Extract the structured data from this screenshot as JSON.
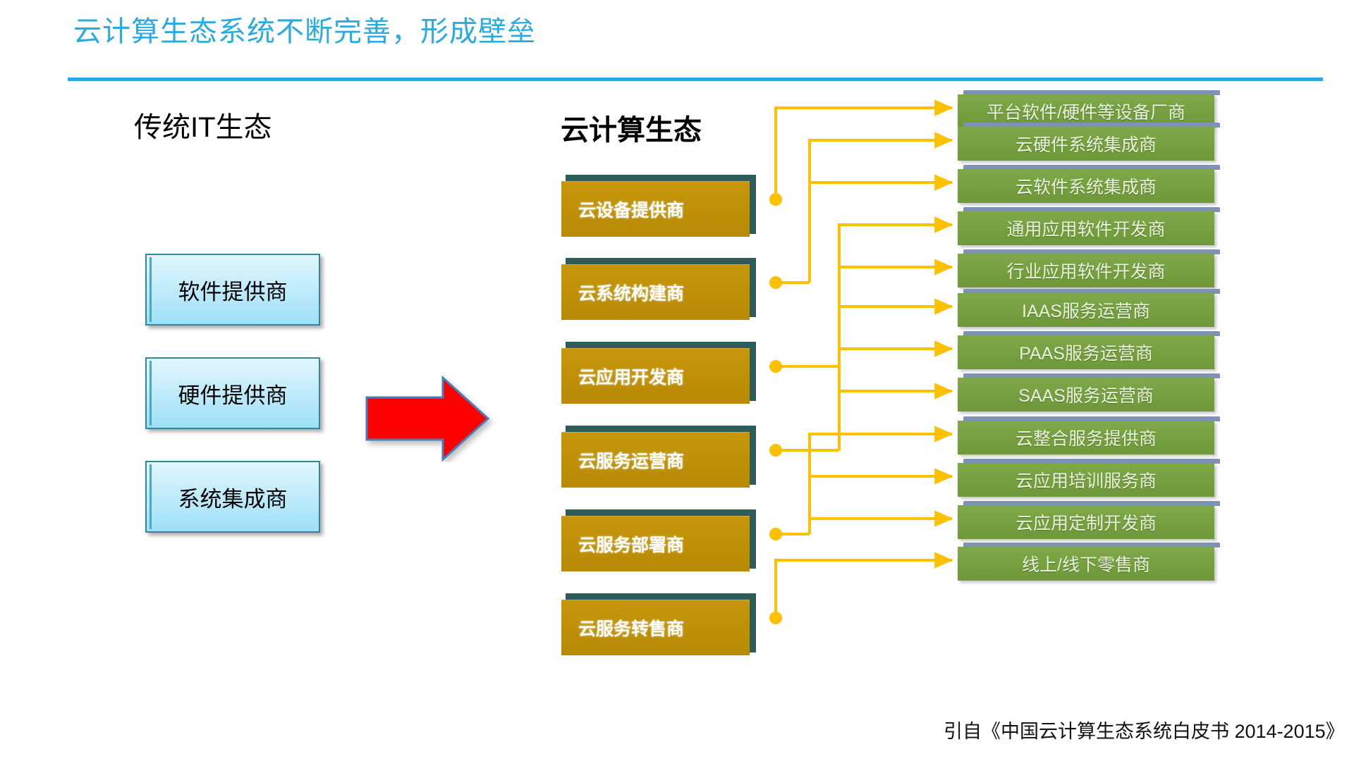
{
  "slide": {
    "title": "云计算生态系统不断完善，形成壁垒",
    "accent_color": "#29ABE2",
    "source_note": "引自《中国云计算生态系统白皮书 2014-2015》"
  },
  "legacy_column": {
    "heading": "传统IT生态",
    "box_color": "#9DE0F7",
    "border_color": "#31859C",
    "items": [
      {
        "label": "软件提供商"
      },
      {
        "label": "硬件提供商"
      },
      {
        "label": "系统集成商"
      }
    ]
  },
  "transition": {
    "arrow_icon": "right-arrow-icon",
    "arrow_color": "#FF0000",
    "arrow_outline_color": "#4A7EBB"
  },
  "cloud_column": {
    "heading": "云计算生态",
    "box_color": "#BE8F07",
    "bevel_color": "#2E5C5B",
    "items": [
      {
        "label": "云设备提供商"
      },
      {
        "label": "云系统构建商"
      },
      {
        "label": "云应用开发商"
      },
      {
        "label": "云服务运营商"
      },
      {
        "label": "云服务部署商"
      },
      {
        "label": "云服务转售商"
      }
    ]
  },
  "role_column": {
    "box_color": "#76A03F",
    "bevel_color": "#7E92B8",
    "connector_color": "#FFC000",
    "items": [
      {
        "label": "平台软件/硬件等设备厂商"
      },
      {
        "label": "云硬件系统集成商"
      },
      {
        "label": "云软件系统集成商"
      },
      {
        "label": "通用应用软件开发商"
      },
      {
        "label": "行业应用软件开发商"
      },
      {
        "label": "IAAS服务运营商"
      },
      {
        "label": "PAAS服务运营商"
      },
      {
        "label": "SAAS服务运营商"
      },
      {
        "label": "云整合服务提供商"
      },
      {
        "label": "云应用培训服务商"
      },
      {
        "label": "云应用定制开发商"
      },
      {
        "label": "线上/线下零售商"
      }
    ]
  },
  "mapping": [
    {
      "source": "云设备提供商",
      "targets": [
        "平台软件/硬件等设备厂商"
      ]
    },
    {
      "source": "云系统构建商",
      "targets": [
        "云硬件系统集成商",
        "云软件系统集成商"
      ]
    },
    {
      "source": "云应用开发商",
      "targets": [
        "通用应用软件开发商",
        "行业应用软件开发商"
      ]
    },
    {
      "source": "云服务运营商",
      "targets": [
        "IAAS服务运营商",
        "PAAS服务运营商",
        "SAAS服务运营商"
      ]
    },
    {
      "source": "云服务部署商",
      "targets": [
        "云整合服务提供商",
        "云应用培训服务商",
        "云应用定制开发商"
      ]
    },
    {
      "source": "云服务转售商",
      "targets": [
        "线上/线下零售商"
      ]
    }
  ]
}
